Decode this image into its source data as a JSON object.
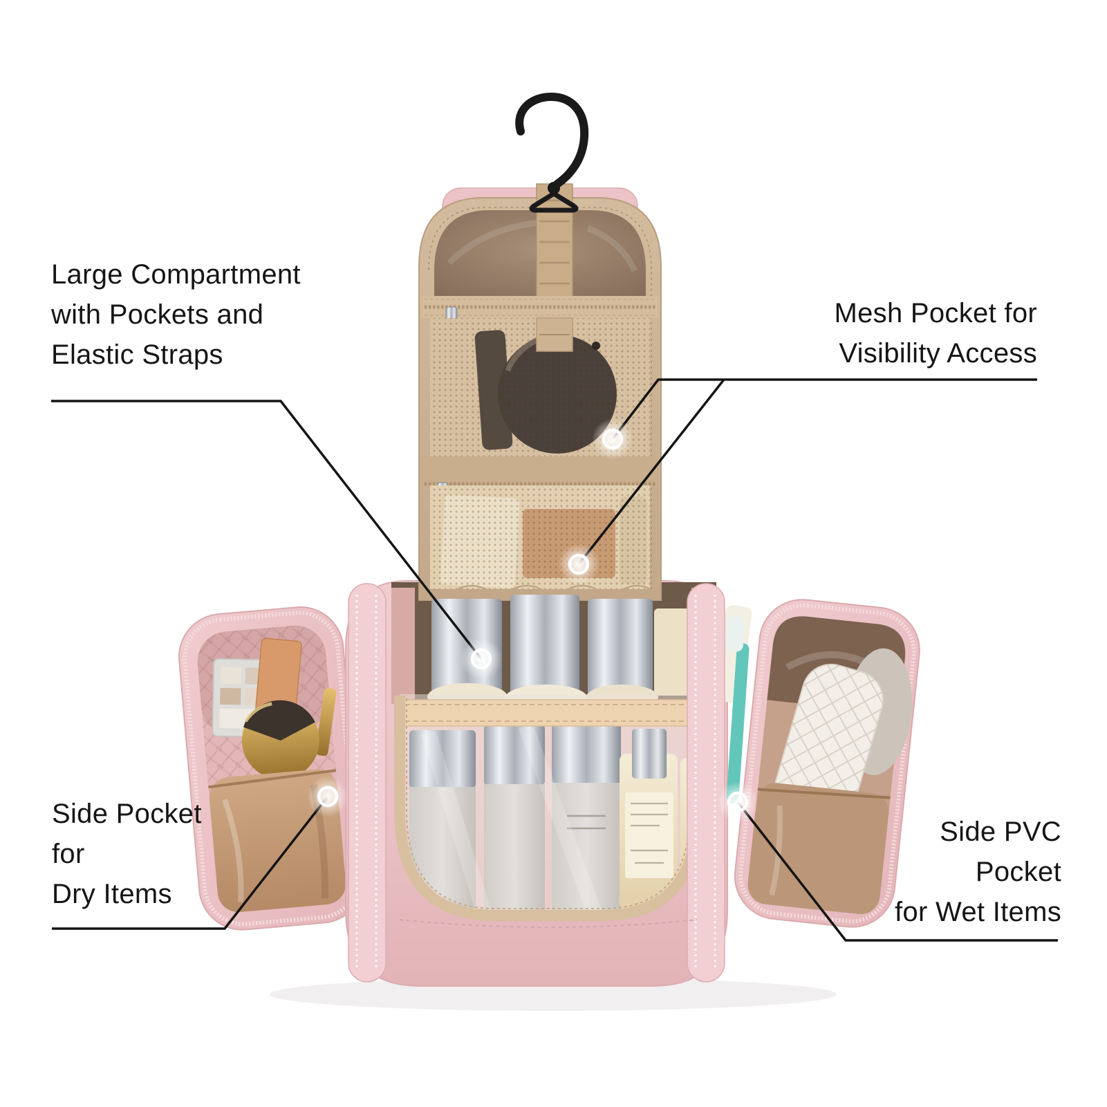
{
  "scene": {
    "background_color": "#ffffff",
    "subject": "hanging toiletry organizer bag, opened, hanging from a black hook"
  },
  "labels": {
    "large_compartment": {
      "line1": "Large Compartment",
      "line2": "with Pockets and",
      "line3": "Elastic Straps"
    },
    "mesh_pocket": {
      "line1": "Mesh Pocket for",
      "line2": "Visibility Access"
    },
    "side_pocket_dry": {
      "line1": "Side Pocket",
      "line2": "for",
      "line3": "Dry Items"
    },
    "side_pvc_pocket": {
      "line1": "Side PVC",
      "line2": "Pocket",
      "line3": "for Wet Items"
    }
  },
  "colors": {
    "label_text": "#151515",
    "leader_line": "#141414",
    "marker_ring": "#ffffff",
    "bag_pink": "#ecc5c8",
    "bag_pink_deep": "#dfb0b4",
    "panel_tan": "#cdb498",
    "panel_tan_dark": "#937b66",
    "mesh_tan": "#d8c1a2",
    "lining_tan": "#c09a7a",
    "silver": "#c7ccd3",
    "cream_bottle": "#ece0c4",
    "teal_brush": "#63c6ba",
    "gold_compact": "#c59a52",
    "hook_black": "#1a1a1a"
  }
}
